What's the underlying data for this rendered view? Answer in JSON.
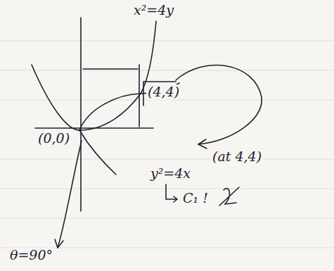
{
  "diagram": {
    "labels": [
      "x²=4y",
      "(4,4)",
      "(0,0)",
      "(at 4,4)",
      "y²=4x",
      "C₁ !",
      "θ=90°"
    ]
  }
}
